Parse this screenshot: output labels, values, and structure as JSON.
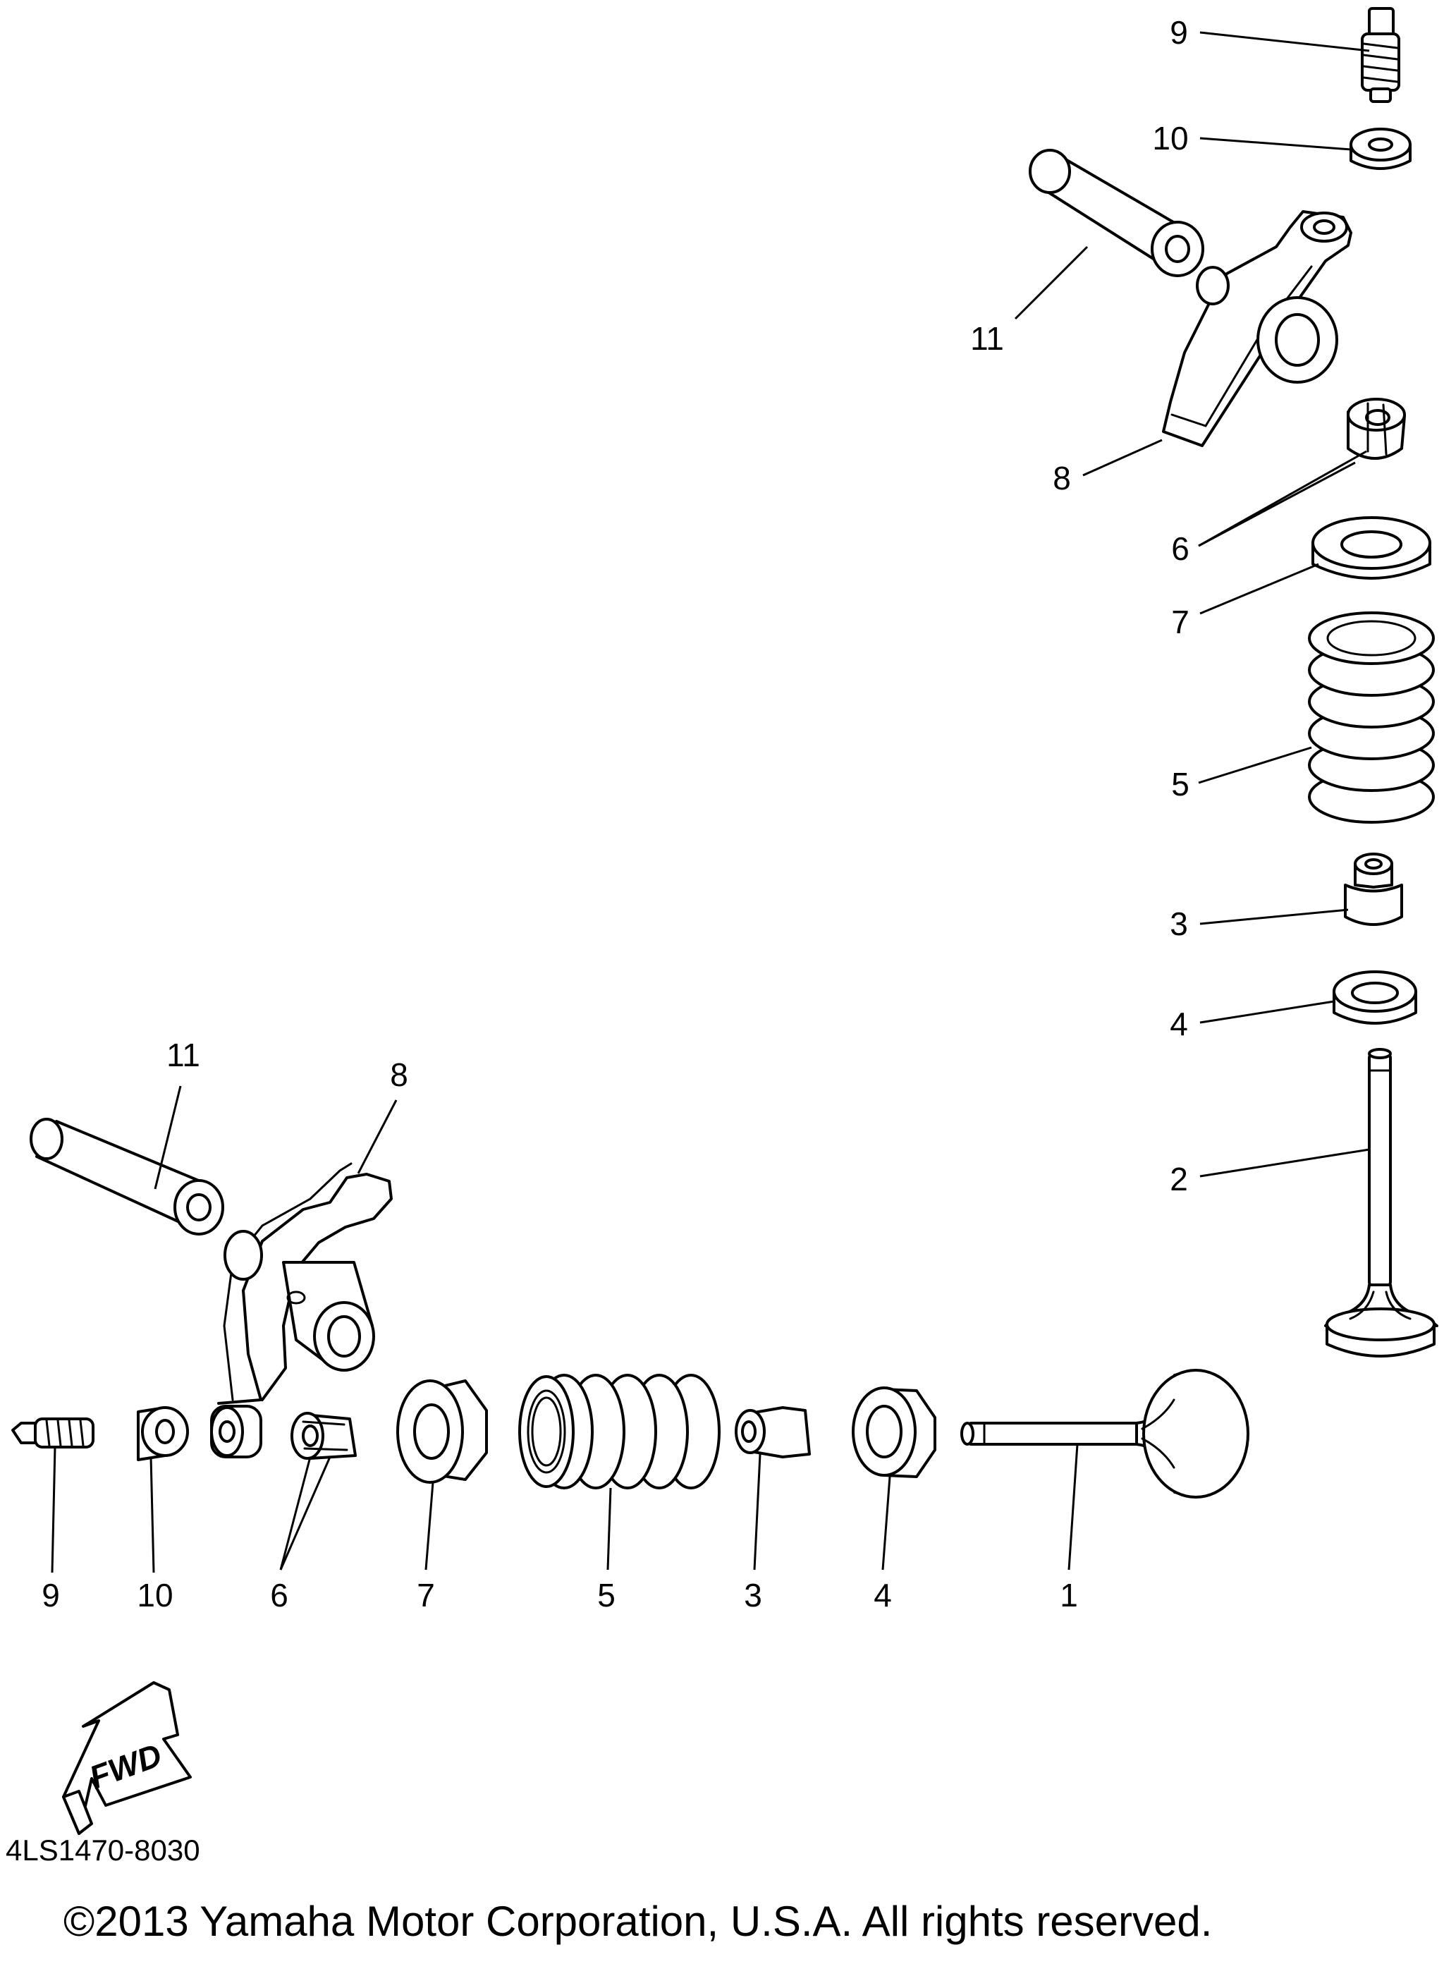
{
  "callouts_upper": [
    {
      "id": "u9",
      "text": "9"
    },
    {
      "id": "u10",
      "text": "10"
    },
    {
      "id": "u11",
      "text": "11"
    },
    {
      "id": "u8",
      "text": "8"
    },
    {
      "id": "u6",
      "text": "6"
    },
    {
      "id": "u7",
      "text": "7"
    },
    {
      "id": "u5",
      "text": "5"
    },
    {
      "id": "u3",
      "text": "3"
    },
    {
      "id": "u4",
      "text": "4"
    },
    {
      "id": "u2",
      "text": "2"
    }
  ],
  "callouts_lower": [
    {
      "id": "l11",
      "text": "11"
    },
    {
      "id": "l8",
      "text": "8"
    },
    {
      "id": "l9",
      "text": "9"
    },
    {
      "id": "l10",
      "text": "10"
    },
    {
      "id": "l6",
      "text": "6"
    },
    {
      "id": "l7",
      "text": "7"
    },
    {
      "id": "l5",
      "text": "5"
    },
    {
      "id": "l3",
      "text": "3"
    },
    {
      "id": "l4",
      "text": "4"
    },
    {
      "id": "l1",
      "text": "1"
    }
  ],
  "fwd_label": "FWD",
  "diagram_code": "4LS1470-8030",
  "copyright": "©2013 Yamaha Motor Corporation, U.S.A. All rights reserved."
}
